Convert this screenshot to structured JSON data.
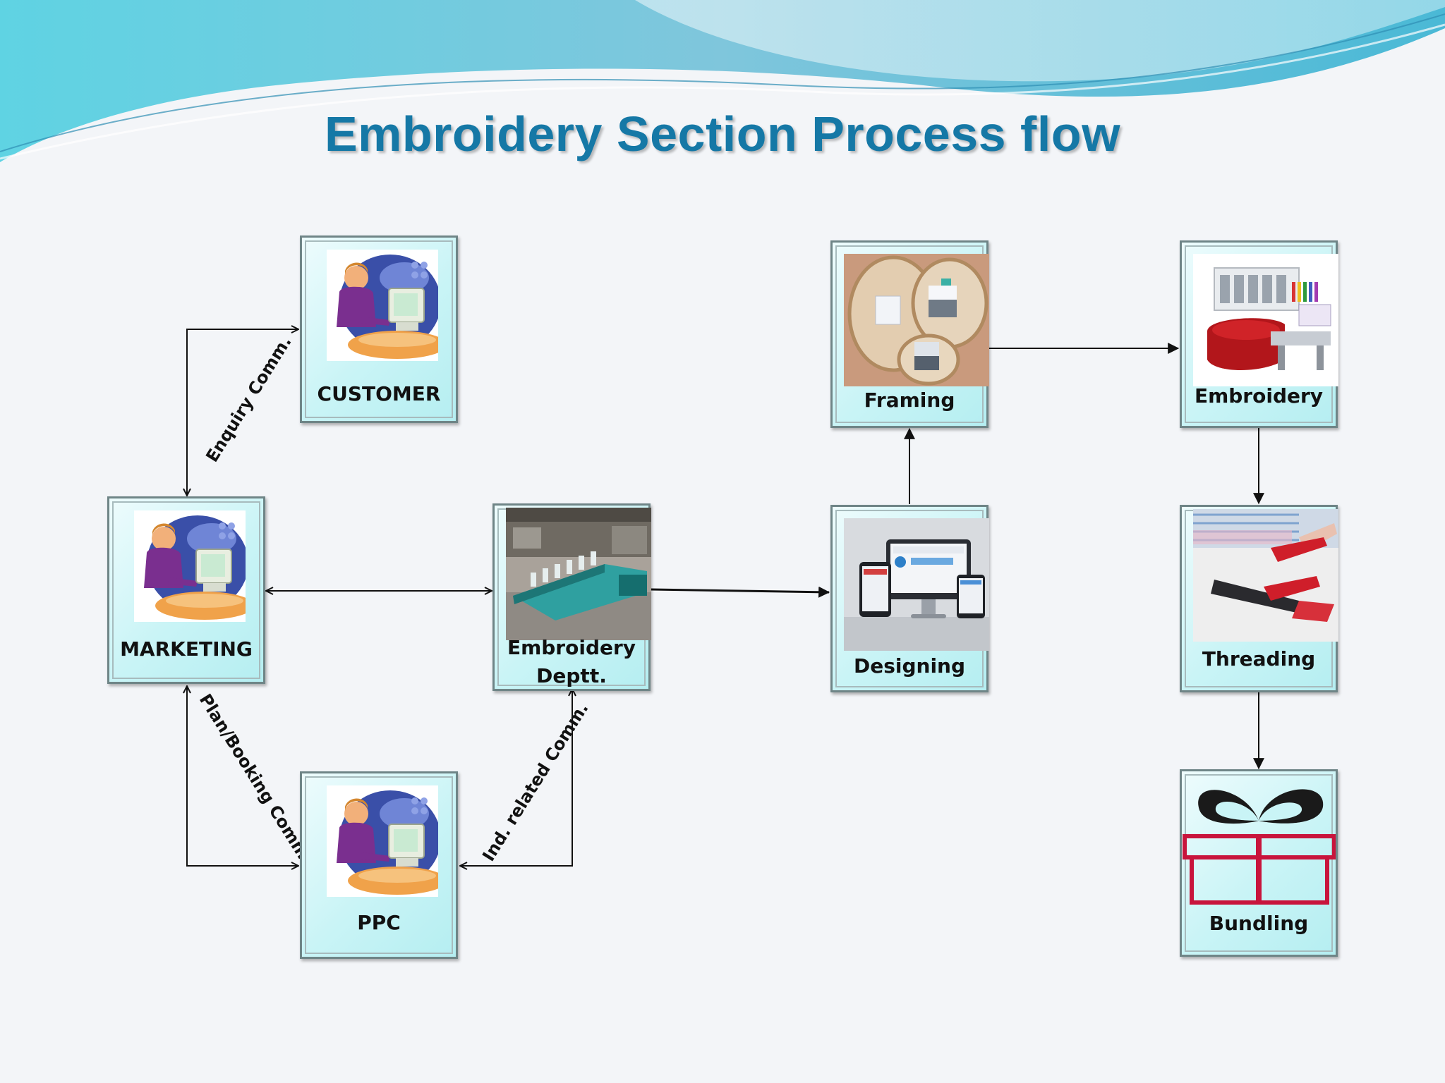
{
  "title": "Embroidery Section Process flow",
  "nodes": {
    "customer": {
      "label": "CUSTOMER",
      "icon": "person-at-computer-icon"
    },
    "marketing": {
      "label": "MARKETING",
      "icon": "person-at-computer-icon"
    },
    "ppc": {
      "label": "PPC",
      "icon": "person-at-computer-icon"
    },
    "emb_dept": {
      "label_line1": "Embroidery",
      "label_line2": "Deptt.",
      "icon": "embroidery-machines-photo"
    },
    "designing": {
      "label": "Designing",
      "icon": "devices-mockup-photo"
    },
    "framing": {
      "label": "Framing",
      "icon": "embroidery-hoops-photo"
    },
    "embroidery": {
      "label": "Embroidery",
      "icon": "embroidery-machine-photo"
    },
    "threading": {
      "label": "Threading",
      "icon": "thread-scissors-photo"
    },
    "bundling": {
      "label": "Bundling",
      "icon": "gift-box-icon"
    }
  },
  "edge_labels": {
    "enquiry": "Enquiry Comm.",
    "plan_booking": "Plan/Booking Comm.",
    "ind_related": "Ind. related Comm."
  },
  "colors": {
    "title": "#1578a6",
    "node_fill": "#c9f4f6",
    "arrow": "#111111"
  }
}
